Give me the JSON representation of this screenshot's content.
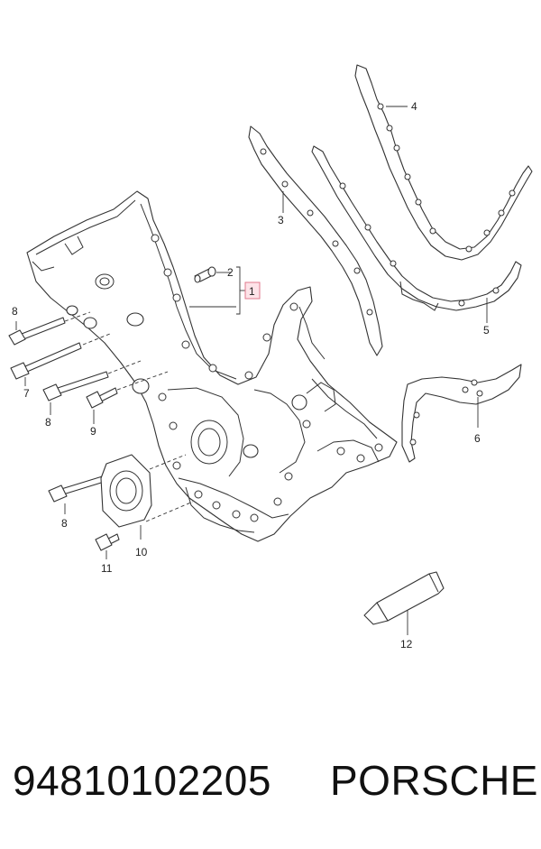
{
  "callouts": {
    "c1": "1",
    "c2": "2",
    "c3": "3",
    "c4": "4",
    "c5": "5",
    "c6": "6",
    "c7": "7",
    "c8a": "8",
    "c8b": "8",
    "c8c": "8",
    "c9": "9",
    "c10": "10",
    "c11": "11",
    "c12": "12"
  },
  "highlighted_callout": "1",
  "footer": {
    "part_number": "94810102205",
    "brand": "PORSCHE"
  },
  "colors": {
    "line": "#333333",
    "highlight_fill": "#fde3e8",
    "highlight_stroke": "#e07a8c"
  }
}
